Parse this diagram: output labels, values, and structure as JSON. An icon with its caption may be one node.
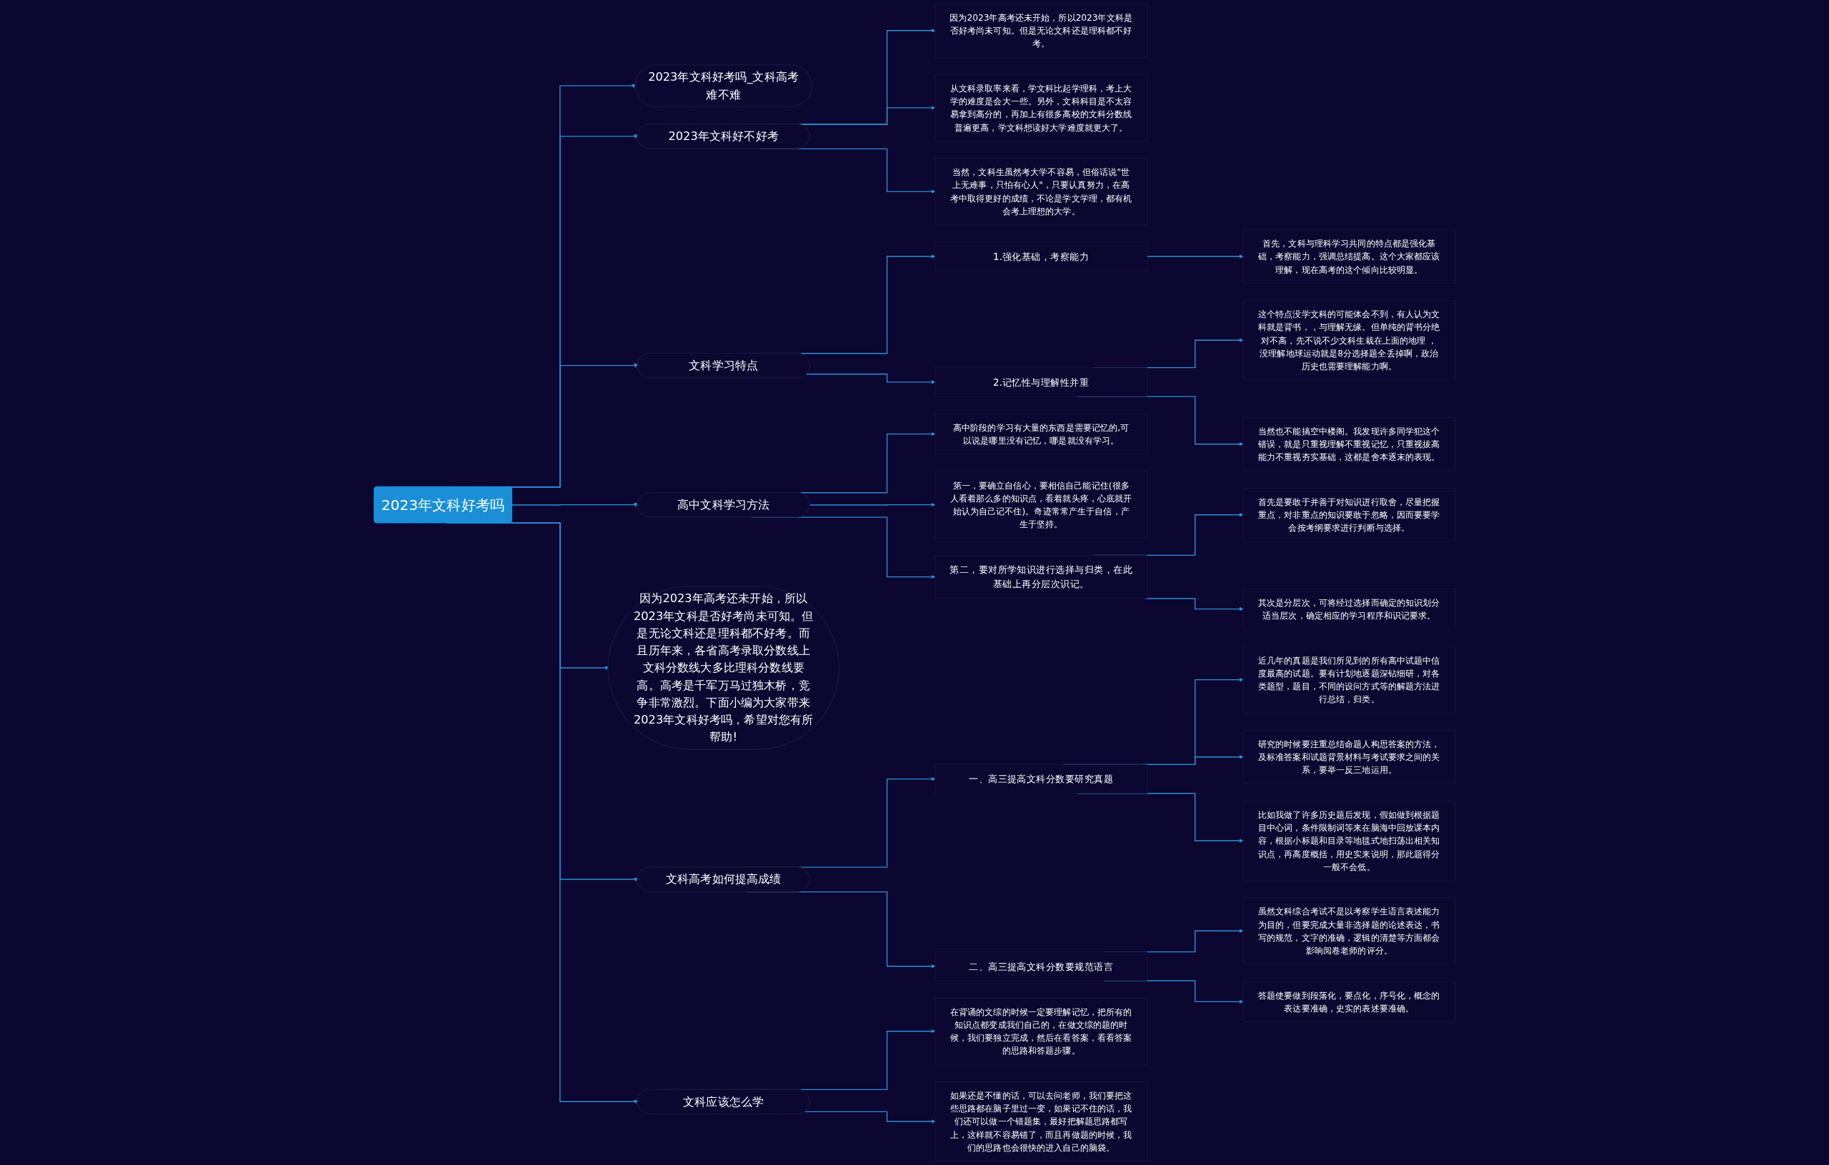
{
  "diagram": {
    "nodes": [
      {
        "text": [
          "2023年文科好考吗"
        ]
      },
      {
        "text": [
          "2023年文科好考吗_文科高考难不难"
        ]
      },
      {
        "text": [
          "2023年文科好不好考"
        ]
      },
      {
        "text": [
          "因为2023年高考还未开始，所以2023年文科是否好考尚未可知。但是无论文科还是理科都不好考。"
        ]
      },
      {
        "text": [
          "从文科录取率来看，学文科比起学理科，考上大学的难度是会大一些。另外，文科科目是不太容易拿到高分的，再加上有很多高校的文科分数线普遍更高，学文科想读好大学难度就更大了。"
        ]
      },
      {
        "text": [
          "当然，文科生虽然考大学不容易，但俗话说\"世上无难事，只怕有心人\"，只要认真努力，在高考中取得更好的成绩，不论是学文学理，都有机会考上理想的大学。"
        ]
      },
      {
        "text": [
          "文科学习特点"
        ]
      },
      {
        "text": [
          "1.强化基础，考察能力"
        ]
      },
      {
        "text": [
          "首先，文科与理科学习共同的特点都是强化基础，考察能力，强调总结提高。这个大家都应该理解，现在高考的这个倾向比较明显。"
        ]
      },
      {
        "text": [
          "2.记忆性与理解性并重"
        ]
      },
      {
        "text": [
          "这个特点没学文科的可能体会不到，有人认为文科就是背书，，与理解无缘。但单纯的背书分绝对不高，先不说不少文科生栽在上面的地理 ，没理解地球运动就是8分选择题全丢掉啊，政治历史也需要理解能力啊。"
        ]
      },
      {
        "text": [
          "当然也不能搞空中楼阁。我发现许多同学犯这个错误，就是只重视理解不重视记忆，只重视拔高能力不重视夯实基础，这都是舍本逐末的表现。"
        ]
      },
      {
        "text": [
          "高中文科学习方法"
        ]
      },
      {
        "text": [
          "高中阶段的学习有大量的东西是需要记忆的,可以说是哪里没有记忆，哪是就没有学习。"
        ]
      },
      {
        "text": [
          "第一，要确立自信心，要相信自己能记住(很多人看着那么多的知识点，看着就头疼，心底就开始认为自己记不住)。奇迹常常产生于自信，产生于坚持。"
        ]
      },
      {
        "text": [
          "第二，要对所学知识进行选择与归类，在此基础上再分层次识记。"
        ]
      },
      {
        "text": [
          "首先是要敢于并善于对知识进行取舍，尽量把握重点，对非重点的知识要敢于忽略，因而要要学会按考纲要求进行判断与选择。"
        ]
      },
      {
        "text": [
          "其次是分层次，可将经过选择而确定的知识划分适当层次，确定相应的学习程序和识记要求。"
        ]
      },
      {
        "text": [
          "因为2023年高考还未开始，所以2023年文科是否好考尚未可知。但是无论文科还是理科都不好考。而且历年来，各省高考录取分数线上文科分数线大多比理科分数线要高。高考是千军万马过独木桥，竞争非常激烈。下面小编为大家带来2023年文科好考吗，希望对您有所帮助!"
        ]
      },
      {
        "text": [
          "文科高考如何提高成绩"
        ]
      },
      {
        "text": [
          "一、高三提高文科分数要研究真题"
        ]
      },
      {
        "text": [
          "近几年的真题是我们所见到的所有高中试题中信度最高的试题。要有计划地逐题深钻细研，对各类题型，题目，不同的设问方式等的解题方法进行总结，归类。"
        ]
      },
      {
        "text": [
          "研究的时候要注重总结命题人构思答案的方法，及标准答案和试题背景材料与考试要求之间的关系，要举一反三地运用。"
        ]
      },
      {
        "text": [
          "比如我做了许多历史题后发现，假如做到根据题目中心词，条件限制词等来在脑海中回放课本内容，根据小标题和目录等地毯式地扫荡出相关知识点，再高度概括，用史实来说明，那此题得分一般不会低。"
        ]
      },
      {
        "text": [
          "二、高三提高文科分数要规范语言"
        ]
      },
      {
        "text": [
          "虽然文科综合考试不是以考察学生语言表述能力为目的，但要完成大量非选择题的论述表达，书写的规范，文字的准确，逻辑的清楚等方面都会影响阅卷老师的评分。"
        ]
      },
      {
        "text": [
          "答题使要做到段落化，要点化，序号化，概念的表达要准确，史实的表述要准确。"
        ]
      },
      {
        "text": [
          "文科应该怎么学"
        ]
      },
      {
        "text": [
          "在背诵的文综的时候一定要理解记忆，把所有的知识点都变成我们自己的，在做文综的题的时候，我们要独立完成，然后在看答案，看看答案的思路和答题步骤。"
        ]
      },
      {
        "text": [
          "如果还是不懂的话，可以去问老师，我们要把这些思路都在脑子里过一变，如果记不住的话，我们还可以做一个错题集，最好把解题思路都写上，这样就不容易错了，而且再做题的时候，我们的思路也会很快的进入自己的脑袋。"
        ]
      }
    ],
    "edges": [
      {
        "from": 0,
        "to": 1,
        "arrow": "to"
      },
      {
        "from": 0,
        "to": 2,
        "arrow": "to"
      },
      {
        "from": 2,
        "to": 3,
        "arrow": "to"
      },
      {
        "from": 2,
        "to": 4,
        "arrow": "to"
      },
      {
        "from": 2,
        "to": 5,
        "arrow": "to"
      },
      {
        "from": 0,
        "to": 6,
        "arrow": "to"
      },
      {
        "from": 6,
        "to": 7,
        "arrow": "to"
      },
      {
        "from": 7,
        "to": 8,
        "arrow": "to"
      },
      {
        "from": 6,
        "to": 9,
        "arrow": "to"
      },
      {
        "from": 9,
        "to": 10,
        "arrow": "to"
      },
      {
        "from": 9,
        "to": 11,
        "arrow": "to"
      },
      {
        "from": 0,
        "to": 12,
        "arrow": "to"
      },
      {
        "from": 12,
        "to": 13,
        "arrow": "to"
      },
      {
        "from": 12,
        "to": 14,
        "arrow": "to"
      },
      {
        "from": 12,
        "to": 15,
        "arrow": "to"
      },
      {
        "from": 15,
        "to": 16,
        "arrow": "to"
      },
      {
        "from": 15,
        "to": 17,
        "arrow": "to"
      },
      {
        "from": 0,
        "to": 18,
        "arrow": "to"
      },
      {
        "from": 0,
        "to": 19,
        "arrow": "to"
      },
      {
        "from": 19,
        "to": 20,
        "arrow": "to"
      },
      {
        "from": 20,
        "to": 21,
        "arrow": "to"
      },
      {
        "from": 20,
        "to": 22,
        "arrow": "to"
      },
      {
        "from": 20,
        "to": 23,
        "arrow": "to"
      },
      {
        "from": 19,
        "to": 24,
        "arrow": "to"
      },
      {
        "from": 24,
        "to": 25,
        "arrow": "to"
      },
      {
        "from": 24,
        "to": 26,
        "arrow": "to"
      },
      {
        "from": 0,
        "to": 27,
        "arrow": "to"
      },
      {
        "from": 27,
        "to": 28,
        "arrow": "to"
      },
      {
        "from": 27,
        "to": 29,
        "arrow": "to"
      }
    ]
  }
}
